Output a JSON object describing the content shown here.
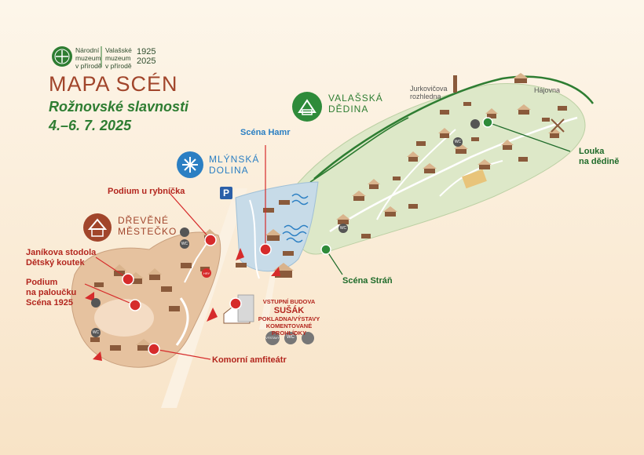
{
  "logo": {
    "left_text": "Národní\nmuzeum\nv přírodě",
    "right_text": "Valašské\nmuzeum\nv přírodě",
    "year_from": "1925",
    "year_to": "2025"
  },
  "header": {
    "title": "MAPA SCÉN",
    "subtitle": "Rožnovské slavnosti",
    "dates": "4.–6. 7. 2025"
  },
  "sections": {
    "valasska": "VALAŠSKÁ\nDĚDINA",
    "mlynska": "MLÝNSKÁ\nDOLINA",
    "drevene": "DŘEVĚNÉ\nMĚSTEČKO"
  },
  "stages": {
    "podium_rybnicka": "Podium u rybníčka",
    "scena_hamr": "Scéna Hamr",
    "janikova": "Janíkova stodola\nDětský koutek",
    "podium_palouku": "Podium\nna paloučku\nScéna 1925",
    "komorni": "Komorní amfiteátr",
    "louka": "Louka\nna dědině",
    "scena_stran": "Scéna Stráň"
  },
  "places": {
    "jurkovicova": "Jurkovičova\nrozhledna",
    "hajovna": "Hájovna"
  },
  "entrance": {
    "vstupni_budova": "VSTUPNÍ BUDOVA",
    "susak": "SUŠÁK",
    "line2": "POKLADNA/VÝSTAVY",
    "line3": "KOMENTOVANÉ PROHLÍDKY"
  },
  "icons": {
    "parking": "P",
    "wc": "WC",
    "vystavy": "VÝSTAVY",
    "hry": "HRY"
  },
  "colors": {
    "title_brown": "#a1452b",
    "green": "#2e7d32",
    "stage_red": "#d62b2b",
    "stage_green": "#2e8b3a",
    "water_blue": "#2b7fc3"
  }
}
